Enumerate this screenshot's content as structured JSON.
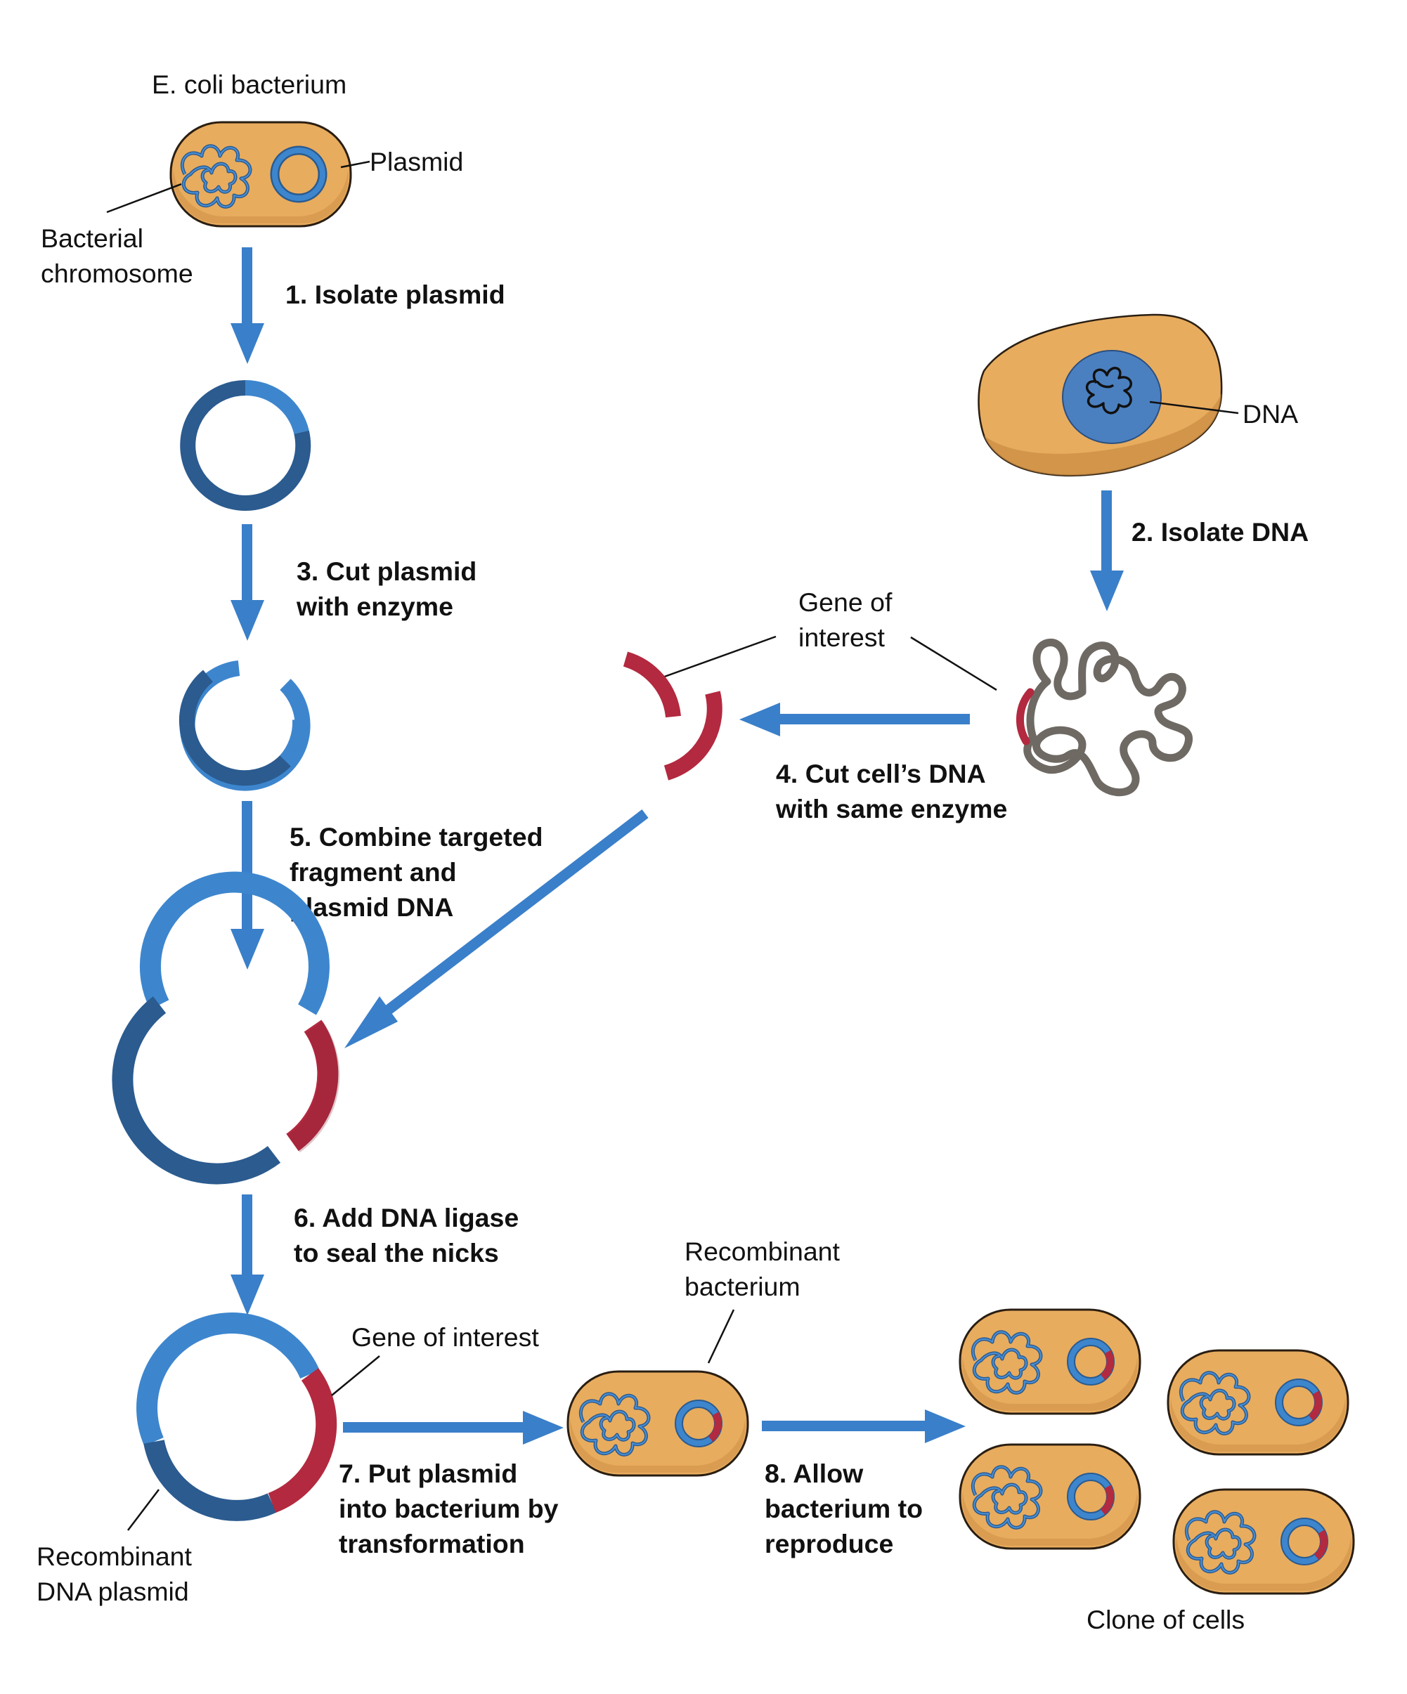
{
  "colors": {
    "cell_fill": "#E8AC5E",
    "cell_outline": "#2A1E12",
    "plasmid_light": "#3D86CE",
    "plasmid_dark": "#2B5B8F",
    "gene_red": "#B3293F",
    "arrow_blue": "#3A7FC9",
    "dna_gray": "#6E6963",
    "nucleus_blue": "#4B80C0"
  },
  "labels": {
    "ecoli": "E. coli bacterium",
    "plasmid": "Plasmid",
    "bacterial_chromosome": [
      "Bacterial",
      "chromosome"
    ],
    "dna": "DNA",
    "gene_of_interest_top": [
      "Gene of",
      "interest"
    ],
    "gene_of_interest_bottom": "Gene of interest",
    "recombinant_bacterium": [
      "Recombinant",
      "bacterium"
    ],
    "recombinant_dna_plasmid": [
      "Recombinant",
      "DNA plasmid"
    ],
    "clone_of_cells": "Clone of cells"
  },
  "steps": {
    "s1": [
      "1. Isolate plasmid"
    ],
    "s2": [
      "2. Isolate DNA"
    ],
    "s3": [
      "3. Cut plasmid",
      "with enzyme"
    ],
    "s4": [
      "4. Cut cell’s DNA",
      "with same enzyme"
    ],
    "s5": [
      "5. Combine targeted",
      "fragment and",
      "plasmid DNA"
    ],
    "s6": [
      "6. Add DNA ligase",
      "to seal the nicks"
    ],
    "s7": [
      "7. Put plasmid",
      "into bacterium by",
      "transformation"
    ],
    "s8": [
      "8. Allow",
      "bacterium to",
      "reproduce"
    ]
  },
  "icons": {
    "cell": "ecoli-cell-icon",
    "plasmid": "plasmid-ring-icon",
    "eukaryote": "eukaryotic-cell-icon",
    "dna": "dna-strand-icon",
    "arrow": "process-arrow-icon"
  }
}
